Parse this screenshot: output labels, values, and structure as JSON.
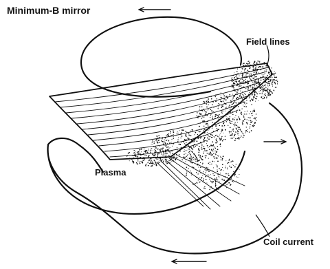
{
  "figure": {
    "title": "Minimum-B mirror",
    "field_lines_label": "Field lines",
    "plasma_label": "Plasma",
    "coil_current_label": "Coil current",
    "ink_color": "#111111",
    "background_color": "#ffffff"
  }
}
